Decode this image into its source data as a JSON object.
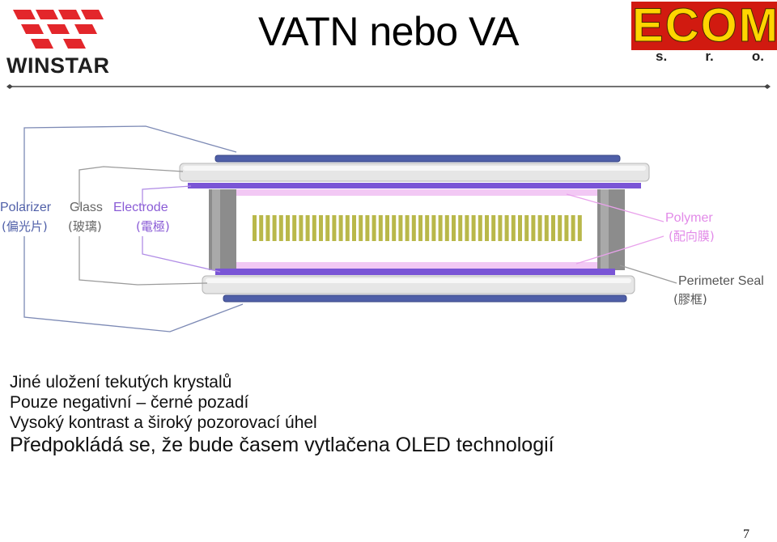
{
  "header": {
    "title": "VATN nebo VA",
    "left_logo": {
      "name": "WINSTAR",
      "text": "WINSTAR"
    },
    "right_logo": {
      "letters": [
        "E",
        "C",
        "O",
        "M"
      ],
      "sub": [
        "s.",
        "r.",
        "o."
      ]
    }
  },
  "diagram": {
    "labels": {
      "polarizer": {
        "en": "Polarizer",
        "zh": "(偏光片)"
      },
      "glass": {
        "en": "Glass",
        "zh": "(玻璃)"
      },
      "electrode": {
        "en": "Electrode",
        "zh": "(電極)"
      },
      "polymer": {
        "en": "Polymer",
        "zh": "(配向膜)"
      },
      "perimeter_seal": {
        "en": "Perimeter Seal",
        "zh": "(膠框)"
      }
    },
    "colors": {
      "polarizer": "#4f5fa8",
      "glass": "#d9d9d9",
      "electrode": "#7a55d6",
      "polymer": "#f2c8f4",
      "crystals": "#b9b84a",
      "seal": "#7c7c7c",
      "electrode_label": "#8a5cd6",
      "polymer_label": "#e28ae8"
    }
  },
  "bullets": [
    "Jiné uložení tekutých krystalů",
    "Pouze negativní – černé pozadí",
    "Vysoký kontrast a široký pozorovací úhel",
    "Předpokládá se, že bude časem vytlačena OLED technologií"
  ],
  "page_number": "7"
}
